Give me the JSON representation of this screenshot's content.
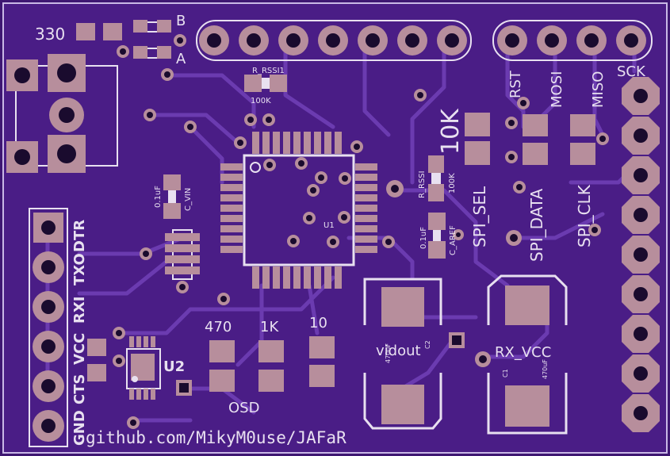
{
  "labels": {
    "top_left": {
      "r330": "330",
      "b": "B",
      "a": "A"
    },
    "r_rssi1": {
      "name": "R_RSSI1",
      "value": "100K"
    },
    "r_rssi": {
      "name": "R_RSSI",
      "value": "100K"
    },
    "big_10k": "10K",
    "c_vin": {
      "name": "C_VIN",
      "value": "0.1uF"
    },
    "c_aref": {
      "name": "C_AREF",
      "value": "0.1uF"
    },
    "u1": "U1",
    "u2": "U2",
    "spi": {
      "rst": "RST",
      "mosi": "MOSI",
      "miso": "MISO",
      "sck": "SCK",
      "spi_sel": "SPI_SEL",
      "spi_data": "SPI_DATA",
      "spi_clk": "SPI_CLK"
    },
    "ftdi": [
      "DTR",
      "TXO",
      "RXI",
      "VCC",
      "CTS",
      "GND"
    ],
    "osd_resistors": {
      "r470": "470",
      "r1k": "1K",
      "r10": "10",
      "osd": "OSD"
    },
    "vidout": {
      "label": "vidout",
      "c2": "C2",
      "val": "470uF"
    },
    "rx_vcc": {
      "label": "RX_VCC",
      "c1": "C1",
      "val": "470uF"
    },
    "github": "github.com/MikyM0use/JAFaR"
  },
  "colors": {
    "board": "#4a1d86",
    "copper_fill": "#5a2a9c",
    "trace": "#6b3bb0",
    "pad": "#b78e9c",
    "hole": "#1a0b2e",
    "silk": "#e8e0f0"
  }
}
